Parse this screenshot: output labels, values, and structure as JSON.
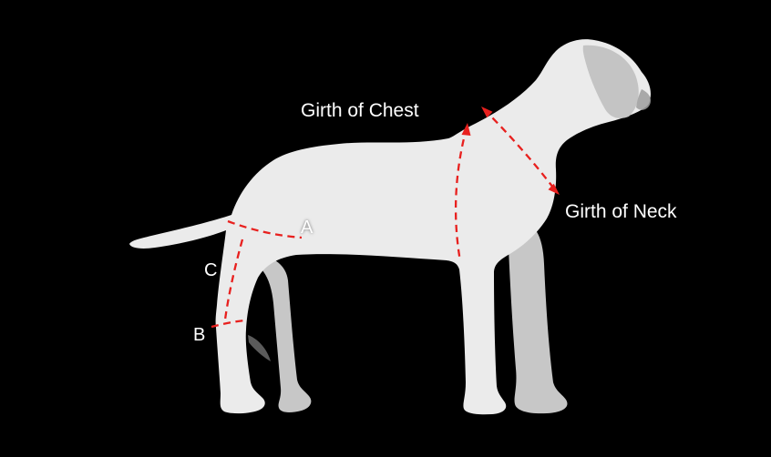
{
  "colors": {
    "background": "#000000",
    "dog_fill": "#ebebeb",
    "dog_shade": "#c7c7c7",
    "measure_line": "#e8201e",
    "label_text": "#ffffff"
  },
  "diagram": {
    "labels": {
      "girth_of_chest": "Girth of Chest",
      "girth_of_neck": "Girth of Neck",
      "point_a": "A",
      "point_b": "B",
      "point_c": "C"
    }
  }
}
